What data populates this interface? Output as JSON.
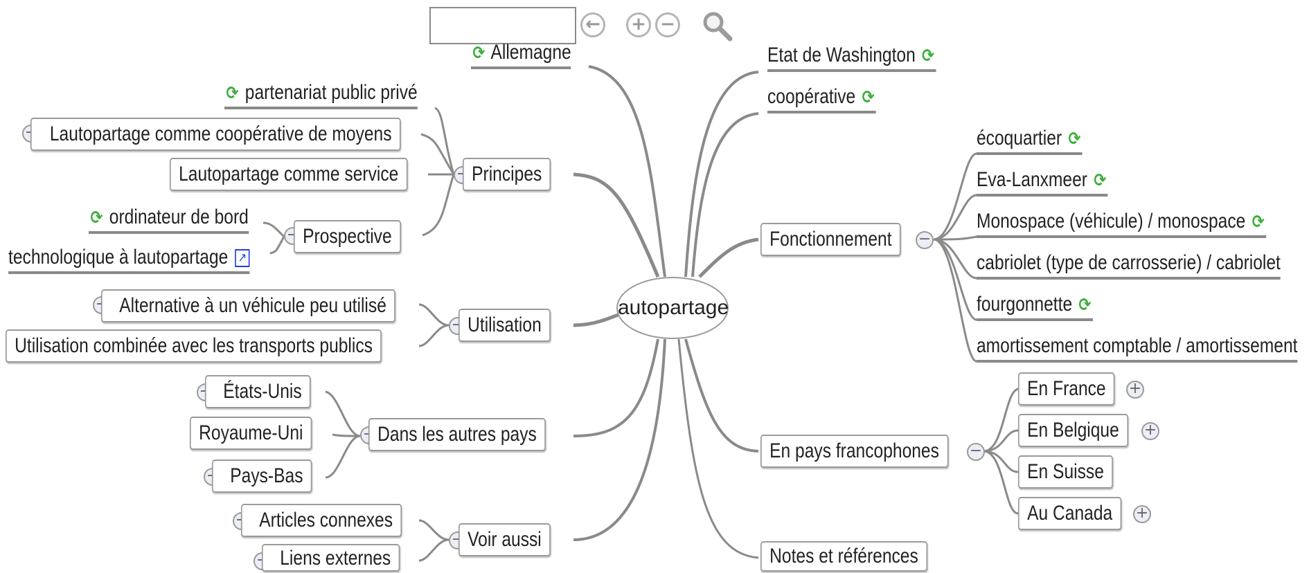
{
  "toolbar": {
    "search_value": "",
    "back_icon": "arrow-left-icon",
    "zoom_in_icon": "plus-circle-icon",
    "zoom_out_icon": "minus-circle-icon",
    "search_icon": "magnifier-icon"
  },
  "root": {
    "label": "autopartage"
  },
  "left": {
    "allemagne": "Allemagne",
    "principes": {
      "label": "Principes",
      "items": [
        "partenariat public privé",
        "Lautopartage comme coopérative de moyens",
        "Lautopartage comme service"
      ]
    },
    "prospective": {
      "label": "Prospective",
      "items": [
        "ordinateur de bord",
        "technologique à lautopartage"
      ]
    },
    "utilisation": {
      "label": "Utilisation",
      "items": [
        "Alternative à un véhicule peu utilisé",
        "Utilisation combinée avec les transports publics"
      ]
    },
    "autres_pays": {
      "label": "Dans les autres pays",
      "items": [
        "États-Unis",
        "Royaume-Uni",
        "Pays-Bas"
      ]
    },
    "voir_aussi": {
      "label": "Voir aussi",
      "items": [
        "Articles connexes",
        "Liens externes"
      ]
    }
  },
  "right": {
    "washington": "Etat de Washington",
    "cooperative": "coopérative",
    "fonctionnement": {
      "label": "Fonctionnement",
      "items": [
        "écoquartier",
        "Eva-Lanxmeer",
        "Monospace (véhicule) / monospace",
        "cabriolet (type de carrosserie) / cabriolet",
        "fourgonnette",
        "amortissement comptable / amortissement"
      ]
    },
    "francophones": {
      "label": "En pays francophones",
      "items": [
        "En France",
        "En Belgique",
        "En Suisse",
        "Au Canada"
      ]
    },
    "notes": "Notes et références"
  },
  "glyphs": {
    "expand": "+",
    "collapse": "−",
    "wiki": "⟳",
    "external": "↗"
  },
  "colors": {
    "wiki_icon": "#3cae3c",
    "external_link": "#2040e0",
    "connector": "#8a8a8a",
    "toggle_fill": "#eceef7"
  }
}
